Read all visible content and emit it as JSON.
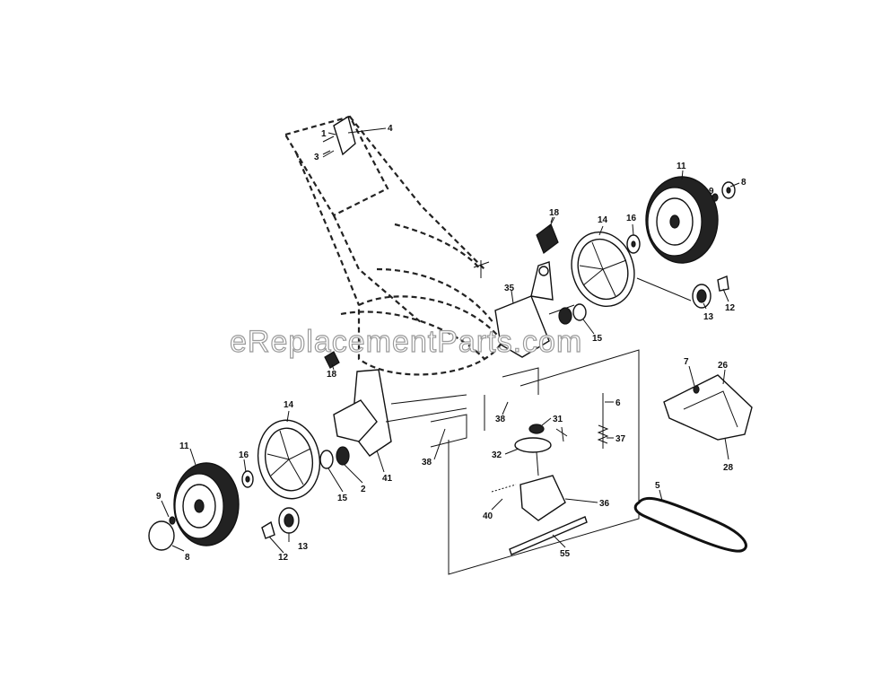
{
  "watermark": "eReplacementParts.com",
  "labels": {
    "l1": "1",
    "l3": "3",
    "l4": "4",
    "l18a": "18",
    "l18b": "18",
    "l14a": "14",
    "l14b": "14",
    "l16a": "16",
    "l16b": "16",
    "l11a": "11",
    "l11b": "11",
    "l9a": "9",
    "l9b": "9",
    "l8a": "8",
    "l8b": "8",
    "l13a": "13",
    "l13b": "13",
    "l12a": "12",
    "l12b": "12",
    "l35": "35",
    "l15a": "15",
    "l15b": "15",
    "l2": "2",
    "l41": "41",
    "l38a": "38",
    "l38b": "38",
    "l31": "31",
    "l32": "32",
    "l6": "6",
    "l37": "37",
    "l36": "36",
    "l40": "40",
    "l55": "55",
    "l7": "7",
    "l26": "26",
    "l28": "28",
    "l5": "5"
  }
}
